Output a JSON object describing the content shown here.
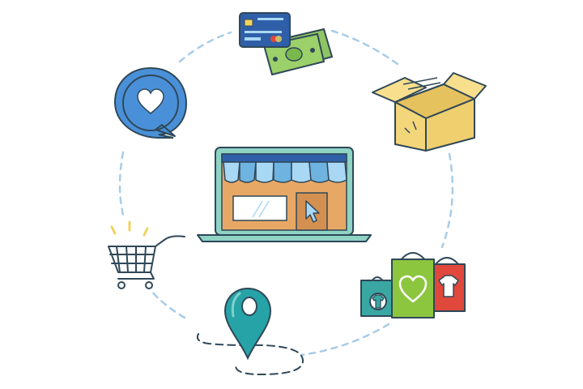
{
  "illustration": {
    "theme": "ecommerce-cycle",
    "center": "online-storefront-laptop",
    "items": [
      {
        "id": "payment",
        "icons": [
          "credit-card-icon",
          "banknotes-icon"
        ]
      },
      {
        "id": "shipping",
        "icons": [
          "open-box-icon"
        ]
      },
      {
        "id": "shopping-bags",
        "icons": [
          "shopping-bag-icon",
          "heart-icon",
          "tshirt-icon"
        ]
      },
      {
        "id": "delivery-location",
        "icons": [
          "map-pin-icon"
        ]
      },
      {
        "id": "cart",
        "icons": [
          "shopping-cart-icon"
        ]
      },
      {
        "id": "feedback",
        "icons": [
          "speech-bubble-icon",
          "heart-icon"
        ]
      }
    ]
  },
  "colors": {
    "outline": "#2f4858",
    "blue": "#4a90d9",
    "teal": "#26a3a6",
    "box": "#f3d67a",
    "bag_green": "#8cc63f",
    "bag_red": "#e0483b",
    "bag_teal": "#3aa7a3",
    "awning_blue": "#a9d8f5",
    "wall": "#e8a865",
    "laptop": "#8fd3c5",
    "money": "#9bd06a",
    "card": "#2f5fa8",
    "dash": "#a8cce8",
    "spark": "#f2d35c"
  }
}
